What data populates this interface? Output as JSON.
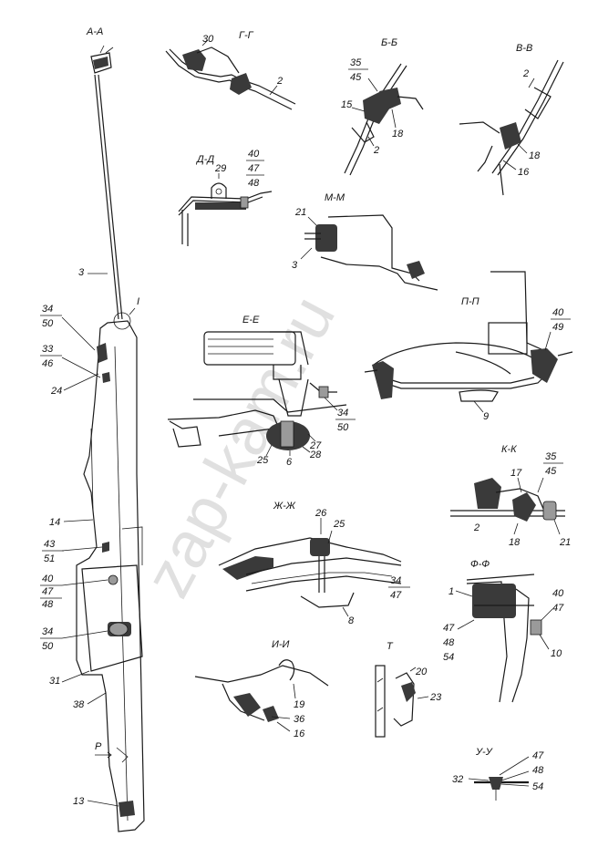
{
  "watermark": "zap-kam.ru",
  "sections": {
    "aa": "А-А",
    "gg": "Г-Г",
    "bb": "Б-Б",
    "vv": "В-В",
    "dd": "Д-Д",
    "mm": "М-М",
    "ee": "Е-Е",
    "pp": "П-П",
    "kk": "К-К",
    "zhzh": "Ж-Ж",
    "ff": "Ф-Ф",
    "ii": "И-И",
    "t": "Т",
    "uu": "У-У",
    "p": "Р",
    "detail": "I"
  },
  "labels": {
    "l30": "30",
    "gg2": "2",
    "bb35": "35",
    "bb45": "45",
    "bb15": "15",
    "bb18": "18",
    "bb2": "2",
    "vv2": "2",
    "vv18": "18",
    "vv16": "16",
    "dd29": "29",
    "dd40": "40",
    "dd47": "47",
    "dd48": "48",
    "mm21": "21",
    "mm3": "3",
    "a3": "3",
    "a34": "34",
    "a50": "50",
    "a33": "33",
    "a46": "46",
    "a24": "24",
    "a14": "14",
    "a43": "43",
    "a51": "51",
    "a40": "40",
    "a47": "47",
    "a48": "48",
    "a34b": "34",
    "a50b": "50",
    "a31": "31",
    "a38": "38",
    "a13": "13",
    "pp40": "40",
    "pp49": "49",
    "pp9": "9",
    "ee34": "34",
    "ee50": "50",
    "ee25": "25",
    "ee6": "6",
    "ee28": "28",
    "ee27": "27",
    "kk35": "35",
    "kk45": "45",
    "kk17": "17",
    "kk2": "2",
    "kk18": "18",
    "kk21": "21",
    "zz26": "26",
    "zz25": "25",
    "zz34": "34",
    "zz47": "47",
    "zz8": "8",
    "ff1": "1",
    "ff40": "40",
    "ff47": "47",
    "ff47b": "47",
    "ff48": "48",
    "ff54": "54",
    "ff10": "10",
    "ii19": "19",
    "ii36": "36",
    "ii16": "16",
    "t20": "20",
    "t23": "23",
    "uu32": "32",
    "uu47": "47",
    "uu48": "48",
    "uu54": "54"
  }
}
